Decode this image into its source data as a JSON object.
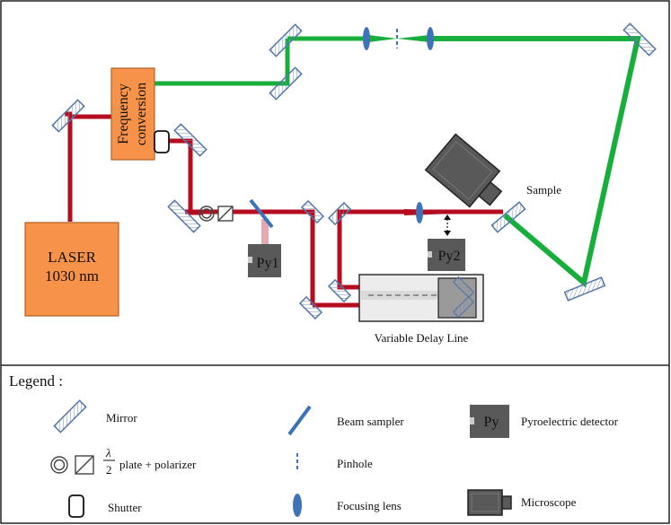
{
  "diagram": {
    "labels": {
      "freq_conversion_line1": "Frequency",
      "freq_conversion_line2": "conversion",
      "laser_line1": "LASER",
      "laser_line2": "1030 nm",
      "py1": "Py1",
      "py2": "Py2",
      "sample": "Sample",
      "delay_line": "Variable Delay Line"
    },
    "colors": {
      "ir_beam": "#b50d1f",
      "green_beam": "#17ae3b",
      "orange_box": "#f7924a",
      "detector": "#595959",
      "mirror": "#d8e3f1",
      "lens": "#3e73b8"
    }
  },
  "legend": {
    "title": "Legend :",
    "mirror": "Mirror",
    "beam_sampler": "Beam sampler",
    "pyro_symbol": "Py",
    "pyro": "Pyroelectric detector",
    "waveplate_num": "λ",
    "waveplate_den": "2",
    "waveplate": "plate + polarizer",
    "pinhole": "Pinhole",
    "shutter": "Shutter",
    "focusing_lens": "Focusing lens",
    "microscope": "Microscope"
  }
}
